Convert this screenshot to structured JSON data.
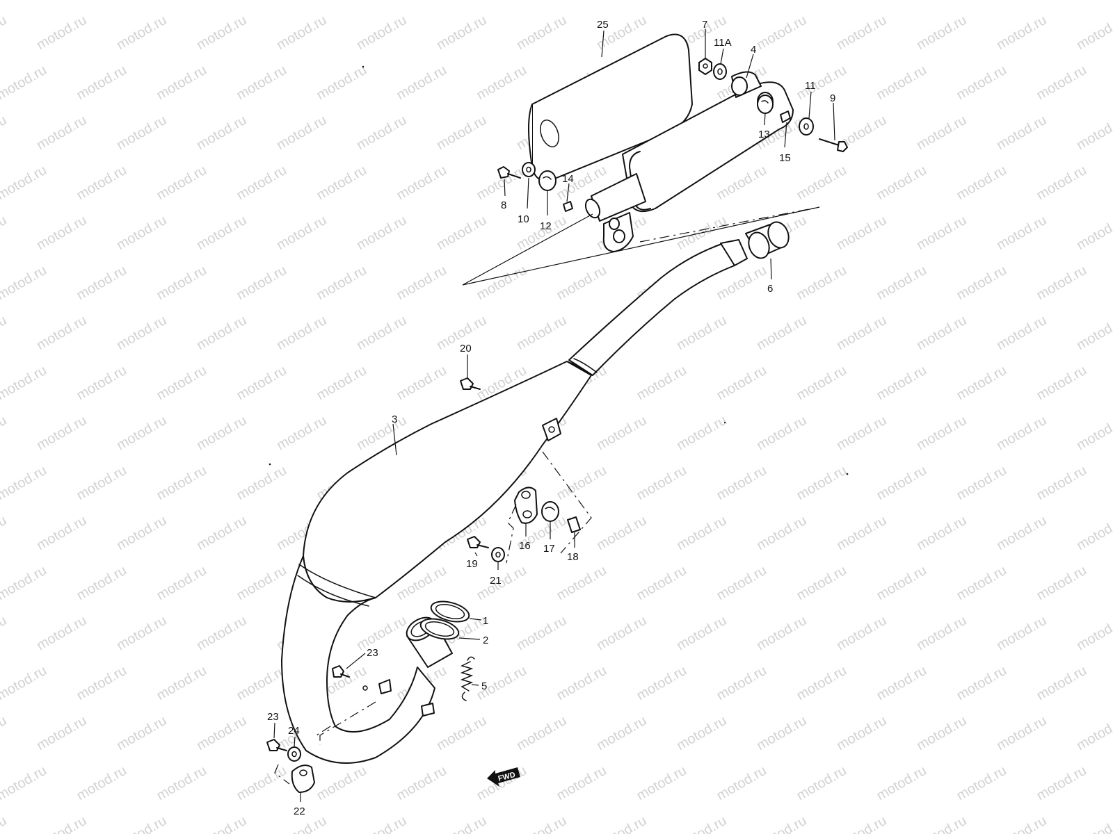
{
  "watermark": {
    "text": "motod.ru",
    "color": "#d2d2d2"
  },
  "colors": {
    "ink": "#111111",
    "background": "#ffffff"
  },
  "direction_marker": {
    "label": "FWD",
    "icon": "forward-arrow-icon"
  },
  "callouts": {
    "p1": "1",
    "p2": "2",
    "p3": "3",
    "p4": "4",
    "p5": "5",
    "p6": "6",
    "p7": "7",
    "p8": "8",
    "p9": "9",
    "p10": "10",
    "p11": "11",
    "p11a": "11A",
    "p12": "12",
    "p13": "13",
    "p14": "14",
    "p15": "15",
    "p16": "16",
    "p17": "17",
    "p18": "18",
    "p19": "19",
    "p20": "20",
    "p21": "21",
    "p22": "22",
    "p23a": "23",
    "p23b": "23",
    "p24": "24",
    "p25": "25"
  }
}
